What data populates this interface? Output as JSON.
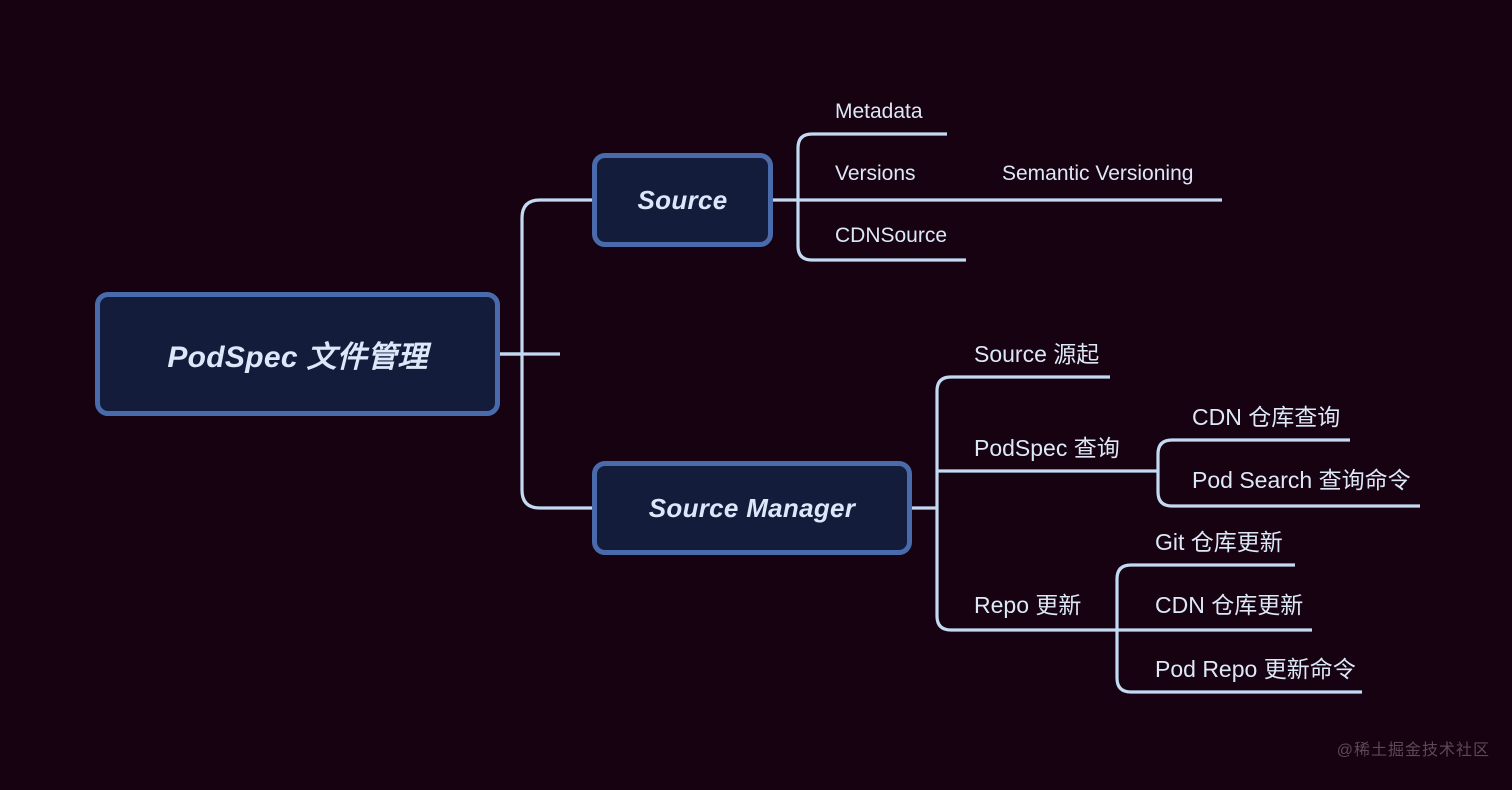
{
  "diagram": {
    "title": "PodSpec 文件管理 mindmap",
    "background_color": "#160210",
    "line_color": "#c3daf2",
    "node_fill": "#141c3b",
    "node_border": "#4a6bab",
    "text_color": "#dde8f7"
  },
  "root": {
    "label": "PodSpec 文件管理"
  },
  "branches": [
    {
      "label": "Source",
      "children": [
        {
          "label": "Metadata",
          "children": []
        },
        {
          "label": "Versions",
          "children": [
            {
              "label": "Semantic Versioning"
            }
          ]
        },
        {
          "label": "CDNSource",
          "children": []
        }
      ]
    },
    {
      "label": "Source Manager",
      "children": [
        {
          "label": "Source 源起",
          "children": []
        },
        {
          "label": "PodSpec 查询",
          "children": [
            {
              "label": "CDN 仓库查询"
            },
            {
              "label": "Pod Search 查询命令"
            }
          ]
        },
        {
          "label": "Repo 更新",
          "children": [
            {
              "label": "Git 仓库更新"
            },
            {
              "label": "CDN 仓库更新"
            },
            {
              "label": "Pod Repo 更新命令"
            }
          ]
        }
      ]
    }
  ],
  "labels": {
    "metadata": "Metadata",
    "versions": "Versions",
    "semantic_versioning": "Semantic Versioning",
    "cdnsource": "CDNSource",
    "source_origin": "Source 源起",
    "podspec_query": "PodSpec 查询",
    "cdn_repo_query": "CDN 仓库查询",
    "pod_search_cmd": "Pod Search 查询命令",
    "repo_update": "Repo 更新",
    "git_repo_update": "Git 仓库更新",
    "cdn_repo_update": "CDN 仓库更新",
    "pod_repo_update_cmd": "Pod Repo 更新命令"
  },
  "node_labels": {
    "root": "PodSpec 文件管理",
    "source": "Source",
    "source_manager": "Source Manager"
  },
  "watermark": {
    "text": "@稀土掘金技术社区"
  }
}
